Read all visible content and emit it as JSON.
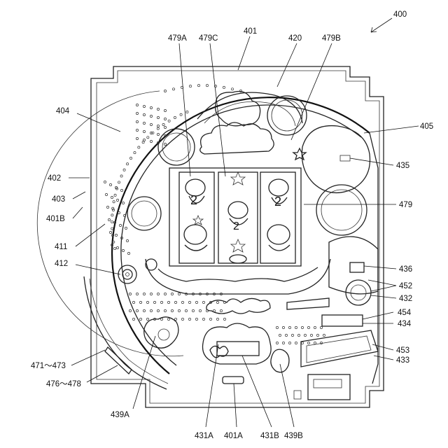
{
  "figure": {
    "reference": "400",
    "labels": {
      "l479A": "479A",
      "l479C": "479C",
      "l401": "401",
      "l420": "420",
      "l479B": "479B",
      "l404": "404",
      "l405": "405",
      "l435": "435",
      "l402": "402",
      "l403": "403",
      "l401B": "401B",
      "l479": "479",
      "l411": "411",
      "l412": "412",
      "l436": "436",
      "l452": "452",
      "l432": "432",
      "l454": "454",
      "l434": "434",
      "l453": "453",
      "l433": "433",
      "l471": "471～473",
      "l476": "476～478",
      "l439A": "439A",
      "l431A": "431A",
      "l401A": "401A",
      "l431B": "431B",
      "l439B": "439B"
    }
  }
}
